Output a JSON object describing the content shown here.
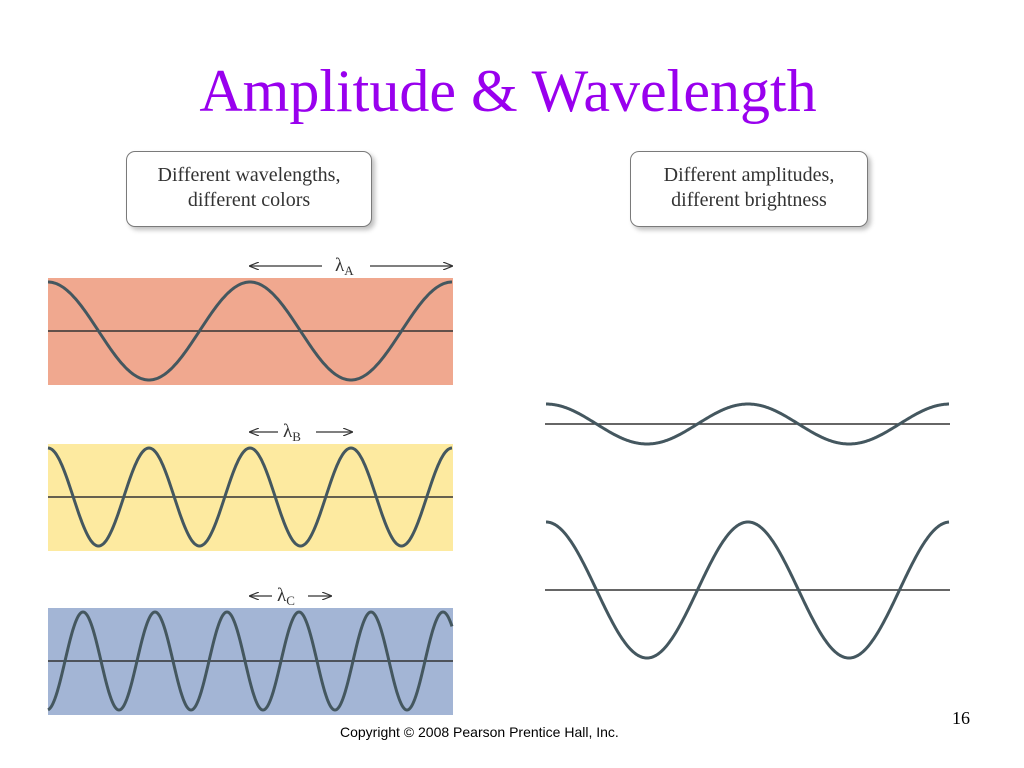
{
  "slide": {
    "title": "Amplitude & Wavelength",
    "slide_number": "16",
    "copyright": "Copyright © 2008 Pearson Prentice Hall, Inc."
  },
  "callouts": {
    "left": {
      "line1": "Different wavelengths,",
      "line2": "different colors"
    },
    "right": {
      "line1": "Different amplitudes,",
      "line2": "different brightness"
    }
  },
  "waves_left": [
    {
      "symbol": "λ",
      "subscript": "A",
      "color": "#f0a88f"
    },
    {
      "symbol": "λ",
      "subscript": "B",
      "color": "#fdeaa0"
    },
    {
      "symbol": "λ",
      "subscript": "C",
      "color": "#a3b5d5"
    }
  ],
  "colors": {
    "title": "#9900ee",
    "wave": "#44575f",
    "axis": "#333333"
  }
}
